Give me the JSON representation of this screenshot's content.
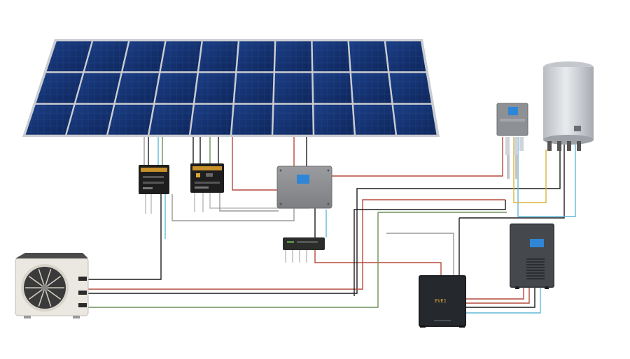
{
  "diagram": {
    "background": "#ffffff",
    "colors": {
      "panel_cell": "#12306a",
      "panel_frame": "#c9ccd2",
      "wire_red": "#b54a3c",
      "wire_black": "#1c1c1c",
      "wire_blue": "#5fb8d8",
      "wire_green": "#6f8f5a",
      "wire_yellow": "#d8b43a",
      "wire_gray": "#9a9a9a",
      "display_blue": "#2f86d6"
    },
    "components": [
      {
        "id": "solar-panel-array",
        "icon": "solar-panel-icon"
      },
      {
        "id": "combiner-box-left",
        "icon": "combiner-box-icon"
      },
      {
        "id": "combiner-box-right",
        "icon": "combiner-box-icon"
      },
      {
        "id": "charge-controller",
        "icon": "charge-controller-icon"
      },
      {
        "id": "dc-breaker-module",
        "icon": "breaker-icon"
      },
      {
        "id": "wall-switch-box",
        "icon": "switch-box-icon"
      },
      {
        "id": "water-heater-tank",
        "icon": "water-tank-icon"
      },
      {
        "id": "heat-pump-unit",
        "icon": "fan-icon"
      },
      {
        "id": "battery-cabinet",
        "icon": "battery-icon"
      },
      {
        "id": "inverter-cabinet",
        "icon": "inverter-icon"
      }
    ],
    "battery_label": "EVE1"
  }
}
